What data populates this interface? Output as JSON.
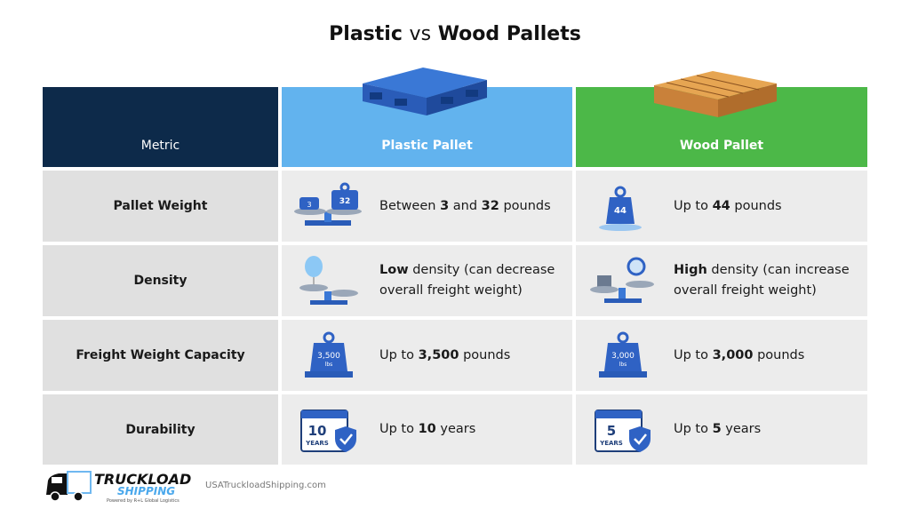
{
  "title": {
    "part1": "Plastic",
    "vs": "vs",
    "part2": "Wood Pallets"
  },
  "header": {
    "metric": "Metric",
    "plastic": "Plastic Pallet",
    "wood": "Wood Pallet"
  },
  "colors": {
    "navy": "#0d2a4a",
    "plastic": "#62b3ee",
    "wood": "#4cb848",
    "icon_blue": "#2f62c4"
  },
  "rows": [
    {
      "metric": "Pallet Weight",
      "plastic": [
        "Between ",
        "3",
        " and ",
        "32",
        " pounds"
      ],
      "wood": [
        "Up to ",
        "44",
        " pounds"
      ],
      "plastic_icon": "scale-weights-icon",
      "wood_icon": "weight-icon",
      "plastic_icon_labels": [
        "3",
        "32"
      ],
      "wood_icon_label": "44"
    },
    {
      "metric": "Density",
      "plastic": [
        "Low",
        " density (can decrease overall freight weight)"
      ],
      "wood": [
        "High",
        " density (can increase overall freight weight)"
      ],
      "plastic_icon": "balloon-scale-icon",
      "wood_icon": "heavy-scale-icon"
    },
    {
      "metric": "Freight Weight Capacity",
      "plastic": [
        "Up to ",
        "3,500",
        " pounds"
      ],
      "wood": [
        "Up to ",
        "3,000",
        " pounds"
      ],
      "plastic_icon": "weight-on-pallet-icon",
      "wood_icon": "weight-on-pallet-icon",
      "plastic_icon_labels": [
        "3,500",
        "lbs"
      ],
      "wood_icon_labels": [
        "3,000",
        "lbs"
      ]
    },
    {
      "metric": "Durability",
      "plastic": [
        "Up to ",
        "10",
        " years"
      ],
      "wood": [
        "Up to ",
        "5",
        " years"
      ],
      "plastic_icon": "calendar-shield-icon",
      "wood_icon": "calendar-shield-icon",
      "plastic_icon_labels": [
        "10",
        "YEARS"
      ],
      "wood_icon_labels": [
        "5",
        "YEARS"
      ]
    }
  ],
  "footer": {
    "logo_line1": "TRUCKLOAD",
    "logo_line2": "SHIPPING",
    "logo_tagline": "Powered by R+L Global Logistics",
    "url": "USATruckloadShipping.com"
  }
}
